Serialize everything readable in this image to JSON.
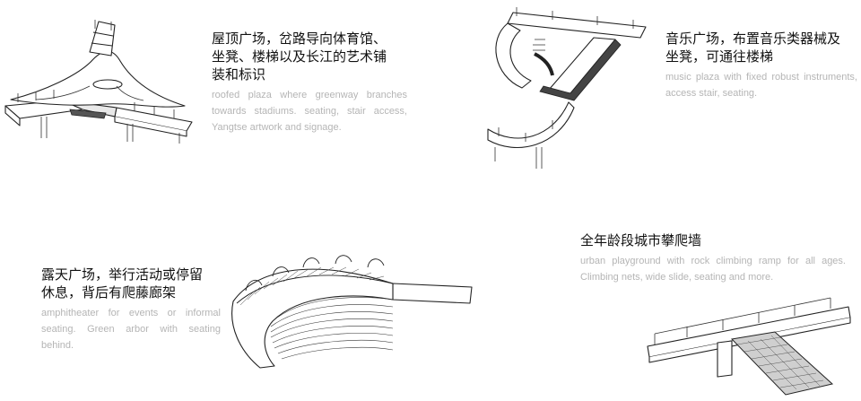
{
  "panels": [
    {
      "id": "roofed-plaza",
      "zh": "屋顶广场，岔路导向体育馆、\n坐凳、楼梯以及长江的艺术铺\n装和标识",
      "en": "roofed plaza where greenway branches towards stadiums. seating, stair access, Yangtse artwork and signage."
    },
    {
      "id": "music-plaza",
      "zh": "音乐广场，布置音乐类器械及\n坐凳，可通往楼梯",
      "en": "music plaza with fixed robust instruments, access stair, seating."
    },
    {
      "id": "amphitheater",
      "zh": "露天广场，举行活动或停留\n休息，背后有爬藤廊架",
      "en": "amphitheater for events or informal seating. Green arbor with seating behind."
    },
    {
      "id": "urban-playground",
      "zh": "全年龄段城市攀爬墙",
      "en": "urban playground with rock climbing ramp for all ages. Climbing nets, wide slide, seating and more."
    }
  ]
}
